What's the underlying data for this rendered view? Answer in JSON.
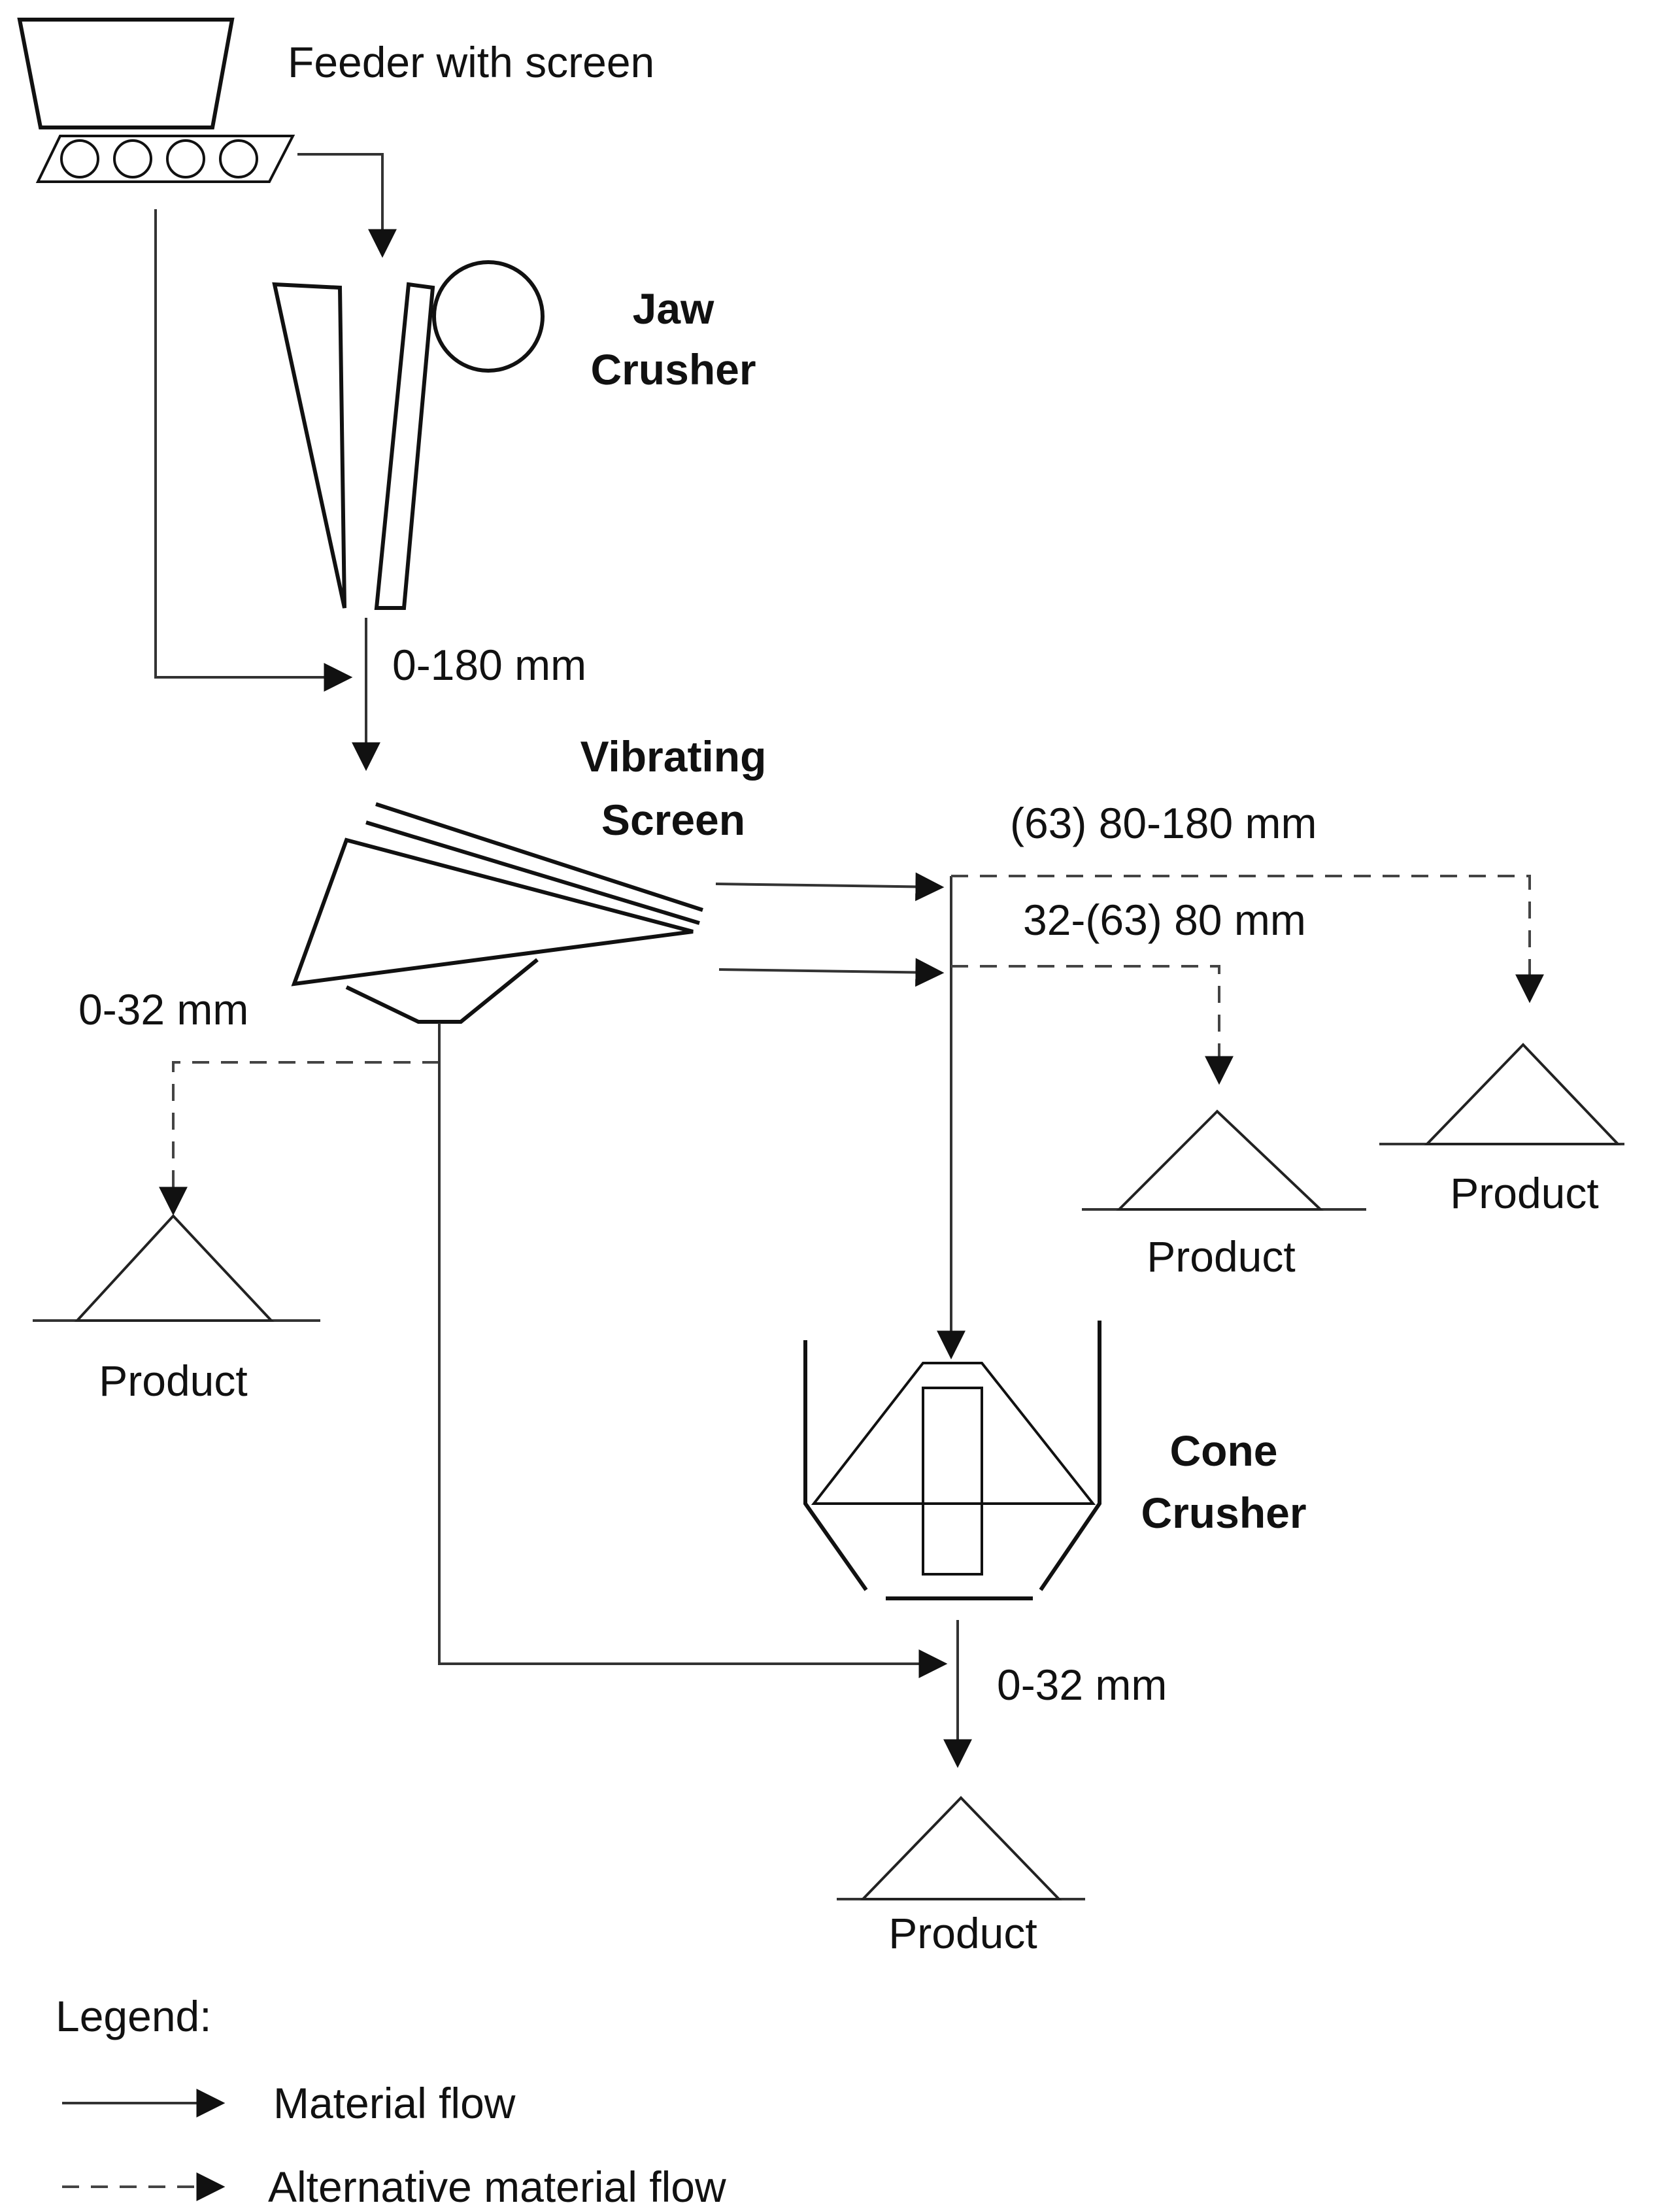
{
  "equipment": {
    "feeder": "Feeder with screen",
    "jaw_line1": "Jaw",
    "jaw_line2": "Crusher",
    "screen_line1": "Vibrating",
    "screen_line2": "Screen",
    "cone_line1": "Cone",
    "cone_line2": "Crusher"
  },
  "flows": {
    "jaw_output": "0-180 mm",
    "screen_top": "(63) 80-180 mm",
    "screen_middle": "32-(63) 80 mm",
    "screen_bottom": "0-32 mm",
    "cone_output": "0-32 mm"
  },
  "products": {
    "fines": "Product",
    "mid": "Product",
    "coarse": "Product",
    "final": "Product"
  },
  "legend": {
    "title": "Legend:",
    "material": "Material flow",
    "alternative": "Alternative material flow"
  }
}
